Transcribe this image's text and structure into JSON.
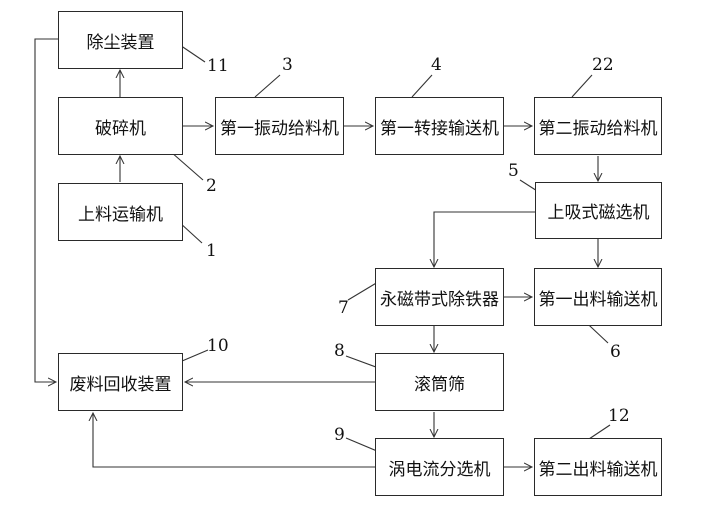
{
  "boxes": {
    "b11": "除尘装置",
    "b2": "破碎机",
    "b1": "上料运输机",
    "b3": "第一振动给料机",
    "b4": "第一转接输送机",
    "b22": "第二振动给料机",
    "b5": "上吸式磁选机",
    "b7": "永磁带式除铁器",
    "b6": "第一出料输送机",
    "b10": "废料回收装置",
    "b8": "滚筒筛",
    "b9": "涡电流分选机",
    "b12": "第二出料输送机"
  },
  "numbers": {
    "n11": "11",
    "n3": "3",
    "n4": "4",
    "n22": "22",
    "n2": "2",
    "n5": "5",
    "n1": "1",
    "n7": "7",
    "n10": "10",
    "n6": "6",
    "n8": "8",
    "n9": "9",
    "n12": "12"
  }
}
